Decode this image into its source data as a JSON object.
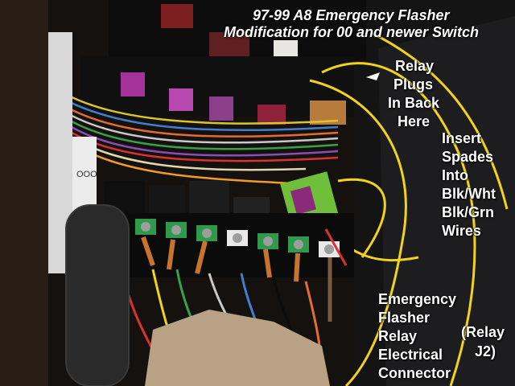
{
  "title": {
    "line1": "97-99 A8 Emergency Flasher",
    "line2": "Modification for 00 and newer Switch"
  },
  "labels": {
    "relay_plugs": [
      "Relay",
      "Plugs",
      "In Back",
      "Here"
    ],
    "insert_spades": [
      "Insert",
      "Spades",
      "Into",
      "Blk/Wht",
      "Blk/Grn",
      "Wires"
    ],
    "emergency_flasher": [
      "Emergency",
      "Flasher",
      "Relay",
      "Electrical",
      "Connector"
    ],
    "relay_id": [
      "(Relay",
      "J2)"
    ]
  },
  "colors": {
    "annotation_text": "#ffffff",
    "wire_yellow": "#f2d21a",
    "connector_green": "#6fbf3a",
    "plug_purple": "#a3339b",
    "fuse_green": "#2e9a4a",
    "cardboard": "#b8a184"
  }
}
